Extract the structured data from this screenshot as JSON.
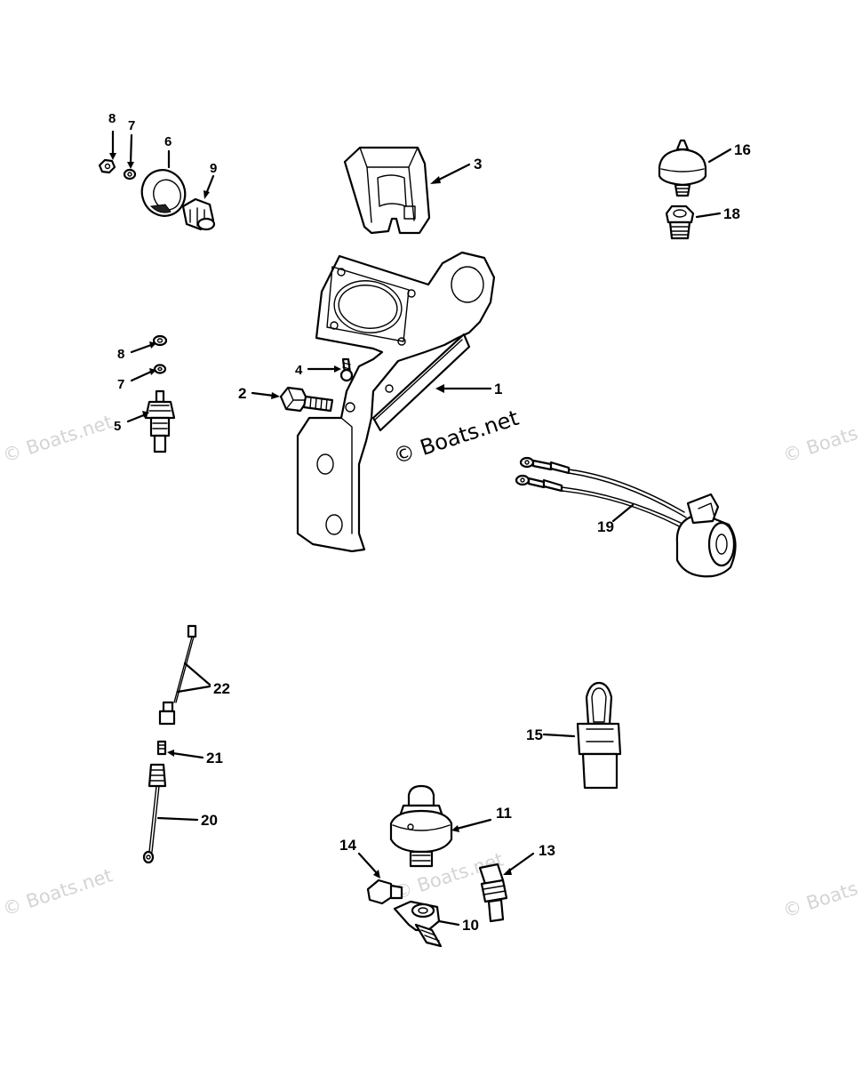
{
  "watermark": {
    "center": "© Boats.net",
    "left_upper": "© Boats.net",
    "left_lower": "© Boats.net",
    "right_upper": "© Boats",
    "right_lower": "© Boats",
    "center_lower": "© Boats.net"
  },
  "callouts": {
    "c1": "1",
    "c2": "2",
    "c3": "3",
    "c4": "4",
    "c5": "5",
    "c6": "6",
    "c7a": "7",
    "c7b": "7",
    "c8a": "8",
    "c8b": "8",
    "c9": "9",
    "c10": "10",
    "c11": "11",
    "c13": "13",
    "c14": "14",
    "c15": "15",
    "c16": "16",
    "c18": "18",
    "c19": "19",
    "c20": "20",
    "c21": "21",
    "c22": "22"
  }
}
